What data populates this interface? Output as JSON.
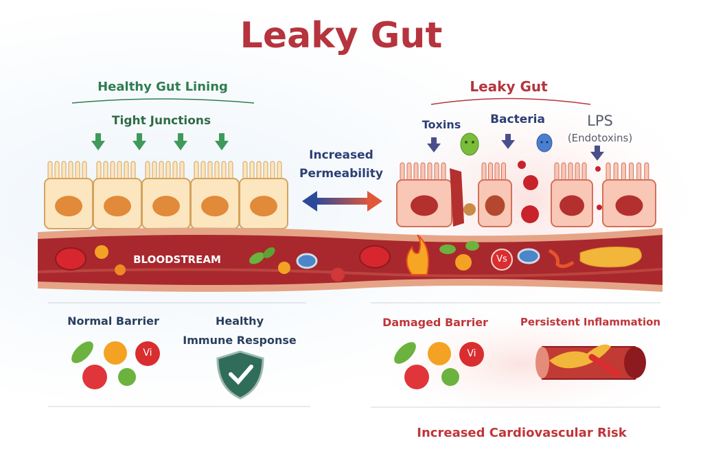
{
  "title": "Leaky Gut",
  "healthy": {
    "heading": "Healthy Gut Lining",
    "junctions_label": "Tight Junctions"
  },
  "middle": {
    "line1": "Increased",
    "line2": "Permeability"
  },
  "leaky": {
    "heading": "Leaky Gut",
    "toxins": "Toxins",
    "bacteria": "Bacteria",
    "lps": "LPS",
    "lps_sub": "(Endotoxins)"
  },
  "bloodstream": {
    "label": "BLOODSTREAM",
    "vs_badge": "Vs"
  },
  "bottom_left": {
    "normal_barrier": "Normal Barrier",
    "immune_line1": "Healthy",
    "immune_line2": "Immune Response",
    "vi_badge": "Vi"
  },
  "bottom_right": {
    "damaged_barrier": "Damaged Barrier",
    "inflammation": "Persistent Inflammation",
    "vi_badge": "Vi",
    "risk": "Increased Cardiovascular Risk"
  },
  "colors": {
    "title_red": "#b5343d",
    "green": "#2e7d4f",
    "navy": "#2c3e75",
    "blood": "#a8282e"
  }
}
